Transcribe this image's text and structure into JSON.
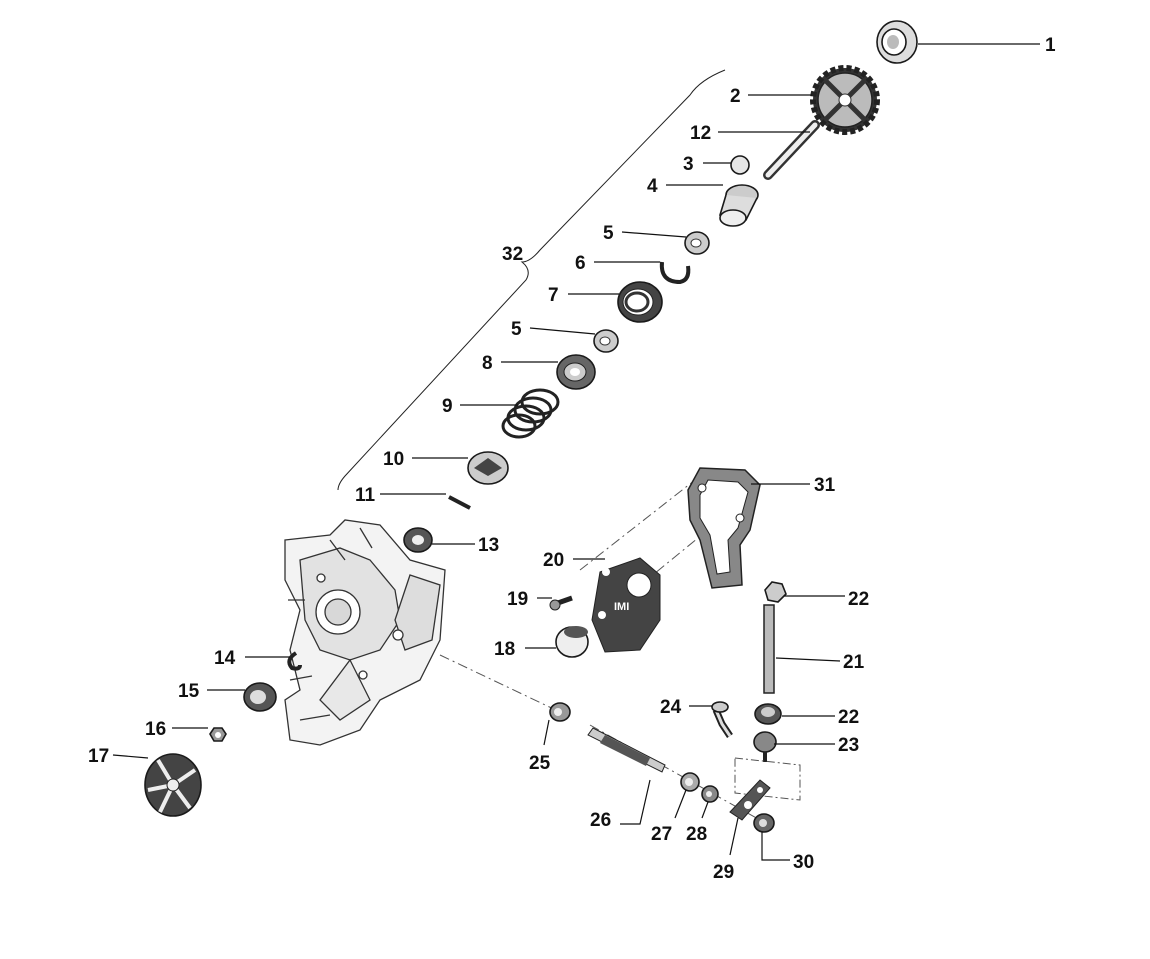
{
  "callouts": [
    {
      "id": "c1",
      "text": "1"
    },
    {
      "id": "c2",
      "text": "2"
    },
    {
      "id": "c12",
      "text": "12"
    },
    {
      "id": "c3",
      "text": "3"
    },
    {
      "id": "c4",
      "text": "4"
    },
    {
      "id": "c5a",
      "text": "5"
    },
    {
      "id": "c32",
      "text": "32"
    },
    {
      "id": "c6",
      "text": "6"
    },
    {
      "id": "c7",
      "text": "7"
    },
    {
      "id": "c5b",
      "text": "5"
    },
    {
      "id": "c8",
      "text": "8"
    },
    {
      "id": "c9",
      "text": "9"
    },
    {
      "id": "c10",
      "text": "10"
    },
    {
      "id": "c11",
      "text": "11"
    },
    {
      "id": "c13",
      "text": "13"
    },
    {
      "id": "c31",
      "text": "31"
    },
    {
      "id": "c20",
      "text": "20"
    },
    {
      "id": "c19",
      "text": "19"
    },
    {
      "id": "c22a",
      "text": "22"
    },
    {
      "id": "c18",
      "text": "18"
    },
    {
      "id": "c14",
      "text": "14"
    },
    {
      "id": "c21",
      "text": "21"
    },
    {
      "id": "c15",
      "text": "15"
    },
    {
      "id": "c24",
      "text": "24"
    },
    {
      "id": "c22b",
      "text": "22"
    },
    {
      "id": "c16",
      "text": "16"
    },
    {
      "id": "c23",
      "text": "23"
    },
    {
      "id": "c17",
      "text": "17"
    },
    {
      "id": "c25",
      "text": "25"
    },
    {
      "id": "c26",
      "text": "26"
    },
    {
      "id": "c27",
      "text": "27"
    },
    {
      "id": "c28",
      "text": "28"
    },
    {
      "id": "c29",
      "text": "29"
    },
    {
      "id": "c30",
      "text": "30"
    }
  ],
  "cover_text": "IMI"
}
